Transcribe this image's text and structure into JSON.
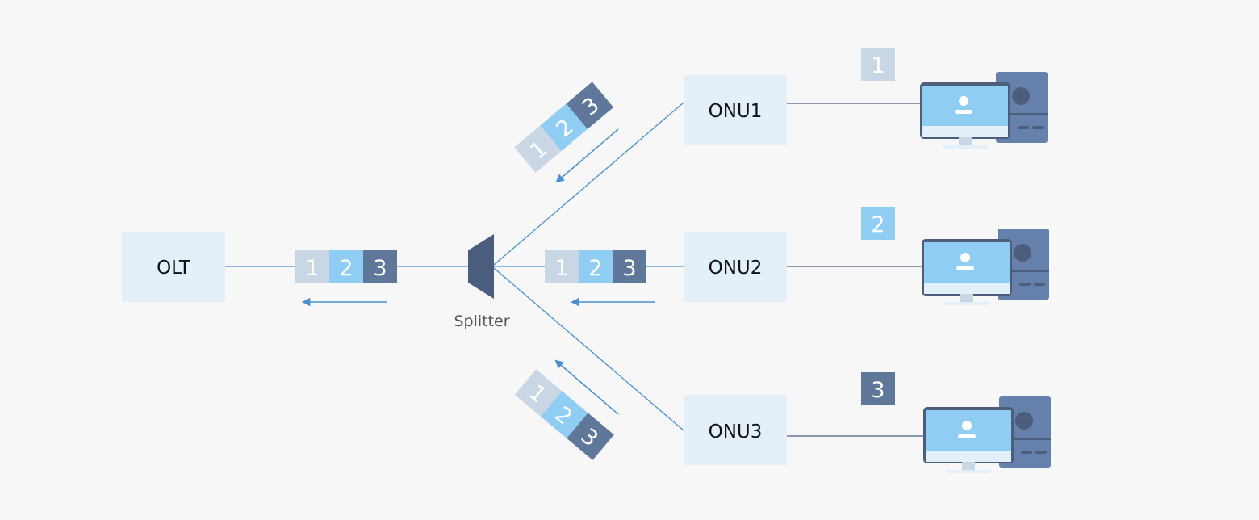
{
  "nodes": {
    "olt": "OLT",
    "onu1": "ONU1",
    "onu2": "ONU2",
    "onu3": "ONU3",
    "splitter": "Splitter"
  },
  "frames": {
    "cells": [
      "1",
      "2",
      "3"
    ]
  },
  "badges": {
    "onu1": "1",
    "onu2": "2",
    "onu3": "3"
  },
  "colors": {
    "background": "#f7f7f8",
    "node_box": "#e3eff9",
    "fiber_line": "#4a8fd0",
    "copper_line": "#4d5e7d",
    "cell_1": "#c9d6e3",
    "cell_2": "#8fcdf3",
    "cell_3": "#5f7799",
    "splitter": "#4b5d7d",
    "monitor_screen": "#8fcdf3",
    "tower": "#6580ab"
  },
  "icons": [
    "computer-icon",
    "splitter-icon",
    "arrow-icon"
  ]
}
